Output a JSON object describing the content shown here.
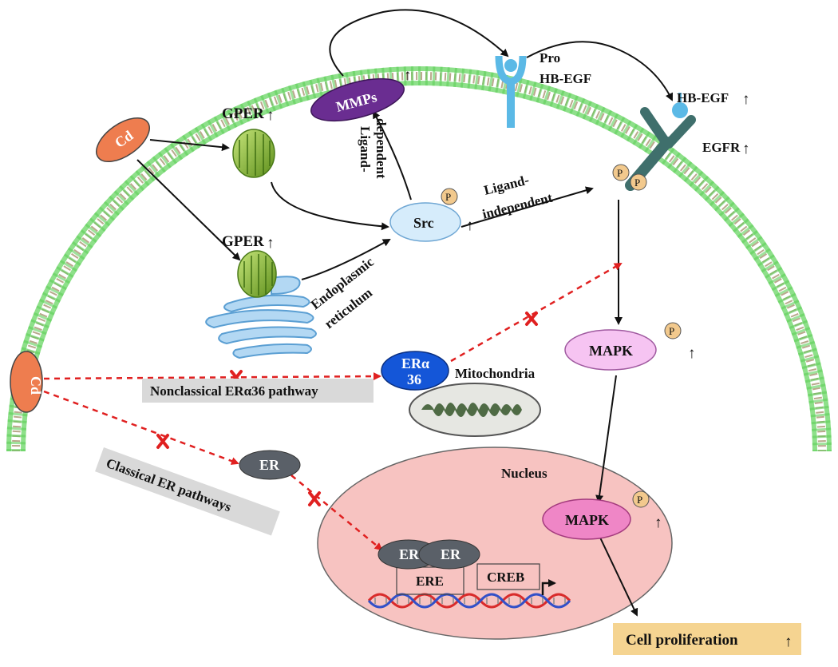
{
  "labels": {
    "cd_top": "Cd",
    "cd_left": "Cd",
    "gper_top": "GPER",
    "gper_er": "GPER",
    "mmps": "MMPs",
    "pro_hbegf_1": "Pro",
    "pro_hbegf_2": "HB-EGF",
    "hbegf": "HB-EGF",
    "egfr": "EGFR",
    "src": "Src",
    "ligand_dep_1": "Ligand-",
    "ligand_dep_2": "dependent",
    "ligand_indep_1": "Ligand-",
    "ligand_indep_2": "independent",
    "endoplasmic_1": "Endoplasmic",
    "endoplasmic_2": "reticulum",
    "mapk_cyto": "MAPK",
    "mapk_nuc": "MAPK",
    "era36_1": "ERα",
    "era36_2": "36",
    "mitochondria": "Mitochondria",
    "nonclassical": "Nonclassical ERα36 pathway",
    "classical": "Classical ER pathways",
    "er_cyto": "ER",
    "er_dimer_1": "ER",
    "er_dimer_2": "ER",
    "nucleus": "Nucleus",
    "ere": "ERE",
    "creb": "CREB",
    "cell_prolif": "Cell proliferation",
    "p": "P",
    "up_arrow": "↑"
  },
  "colors": {
    "membrane": "#8ee08a",
    "cd": "#ee7d4f",
    "mmps": "#6a2d91",
    "src": "#d6ecfb",
    "mapk_cyto": "#f6c4f2",
    "mapk_nuc": "#ef86c6",
    "era36": "#1456d8",
    "er": "#5a6068",
    "nucleus": "#f7c3c1",
    "cell_prolif": "#f5d491",
    "banner": "#d9d9d9",
    "dashed": "#e02020",
    "receptor": "#5bb9e6",
    "egfr": "#3f6f6c",
    "p_circle": "#f2c98d"
  }
}
